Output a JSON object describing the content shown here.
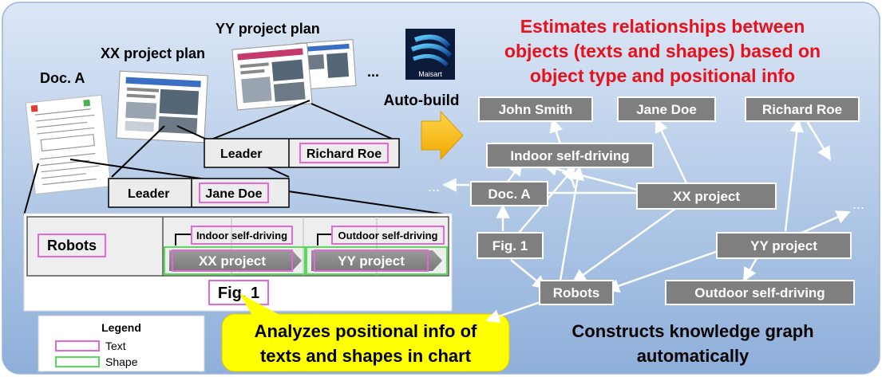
{
  "headline": [
    "Estimates relationships between",
    "objects (texts and shapes) based on",
    "object type and positional info"
  ],
  "docs": {
    "doc_a": "Doc. A",
    "xx_plan": "XX project plan",
    "yy_plan": "YY project plan",
    "ellipsis": "..."
  },
  "logo_text": "Maisart",
  "auto_build": "Auto-build",
  "zoom_leader": {
    "leader_label": "Leader",
    "upper_name": "Richard Roe",
    "lower_name": "Jane Doe"
  },
  "chart": {
    "robots": "Robots",
    "indoor": "Indoor self-driving",
    "outdoor": "Outdoor self-driving",
    "xx_project": "XX project",
    "yy_project": "YY project",
    "fig": "Fig. 1"
  },
  "legend": {
    "title": "Legend",
    "text_label": "Text",
    "shape_label": "Shape",
    "text_color": "#e36ad6",
    "shape_color": "#55dd55"
  },
  "callout": [
    "Analyzes positional info of",
    "texts and shapes in chart"
  ],
  "graph": {
    "nodes": {
      "john_smith": "John Smith",
      "jane_doe": "Jane Doe",
      "richard_roe": "Richard Roe",
      "indoor": "Indoor self-driving",
      "doc_a": "Doc. A",
      "xx_project": "XX project",
      "fig1": "Fig. 1",
      "yy_project": "YY project",
      "robots": "Robots",
      "outdoor": "Outdoor self-driving"
    },
    "ellipsis_left": "...",
    "ellipsis_right": "..."
  },
  "footer": [
    "Constructs knowledge graph",
    "automatically"
  ],
  "colors": {
    "headline": "#e8101a",
    "callout_bg": "#ffff00",
    "node_bg": "#7f7f7f",
    "panel_top": "#d6e3f5",
    "panel_bottom": "#8fb1dc",
    "arrow": "#ffc000"
  }
}
